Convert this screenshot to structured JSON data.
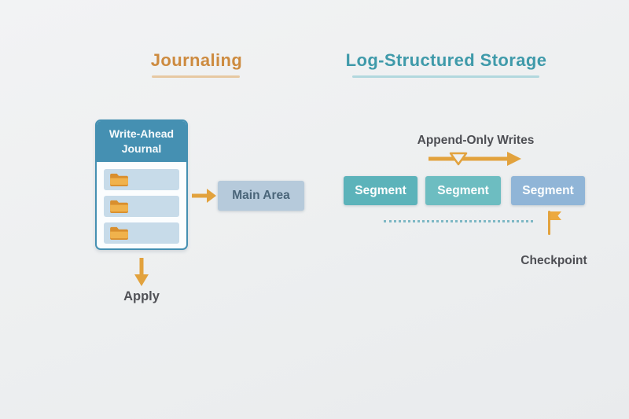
{
  "left": {
    "title": "Journaling",
    "journal_header": "Write-Ahead Journal",
    "journal_entry_count": 3,
    "main_area_label": "Main Area",
    "apply_label": "Apply"
  },
  "right": {
    "title": "Log-Structured Storage",
    "append_label": "Append-Only Writes",
    "segments": [
      "Segment",
      "Segment",
      "Segment"
    ],
    "checkpoint_label": "Checkpoint"
  },
  "colors": {
    "background": "#edeff0",
    "journaling_accent": "#cd8b3f",
    "journaling_underline": "#e7c9a2",
    "log_structured_accent": "#3f9aaa",
    "log_structured_underline": "#b2d8de",
    "arrow_orange": "#e2a23d",
    "wal_header": "#4590b2",
    "journal_row": "#c7dbe9",
    "folder_icon": "#e9a83e",
    "main_area_fill": "#b6cadb",
    "segment_teal_1": "#5cb3ba",
    "segment_teal_2": "#6dbdc1",
    "segment_blue": "#90b5d7",
    "dotted_line": "#7db7c4",
    "label_text": "#515257"
  }
}
